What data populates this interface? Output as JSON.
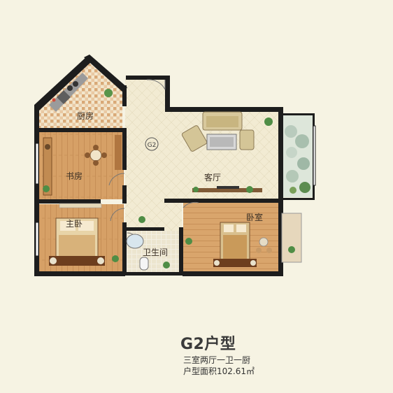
{
  "plan": {
    "rooms": {
      "kitchen": "厨房",
      "study": "书房",
      "living": "客厅",
      "master_bedroom": "主卧",
      "bathroom": "卫生间",
      "bedroom": "卧室"
    },
    "unit_marker": "G2"
  },
  "info": {
    "title": "G2户型",
    "layout": "三室两厅一卫一厨",
    "area": "户型面积102.61㎡"
  }
}
